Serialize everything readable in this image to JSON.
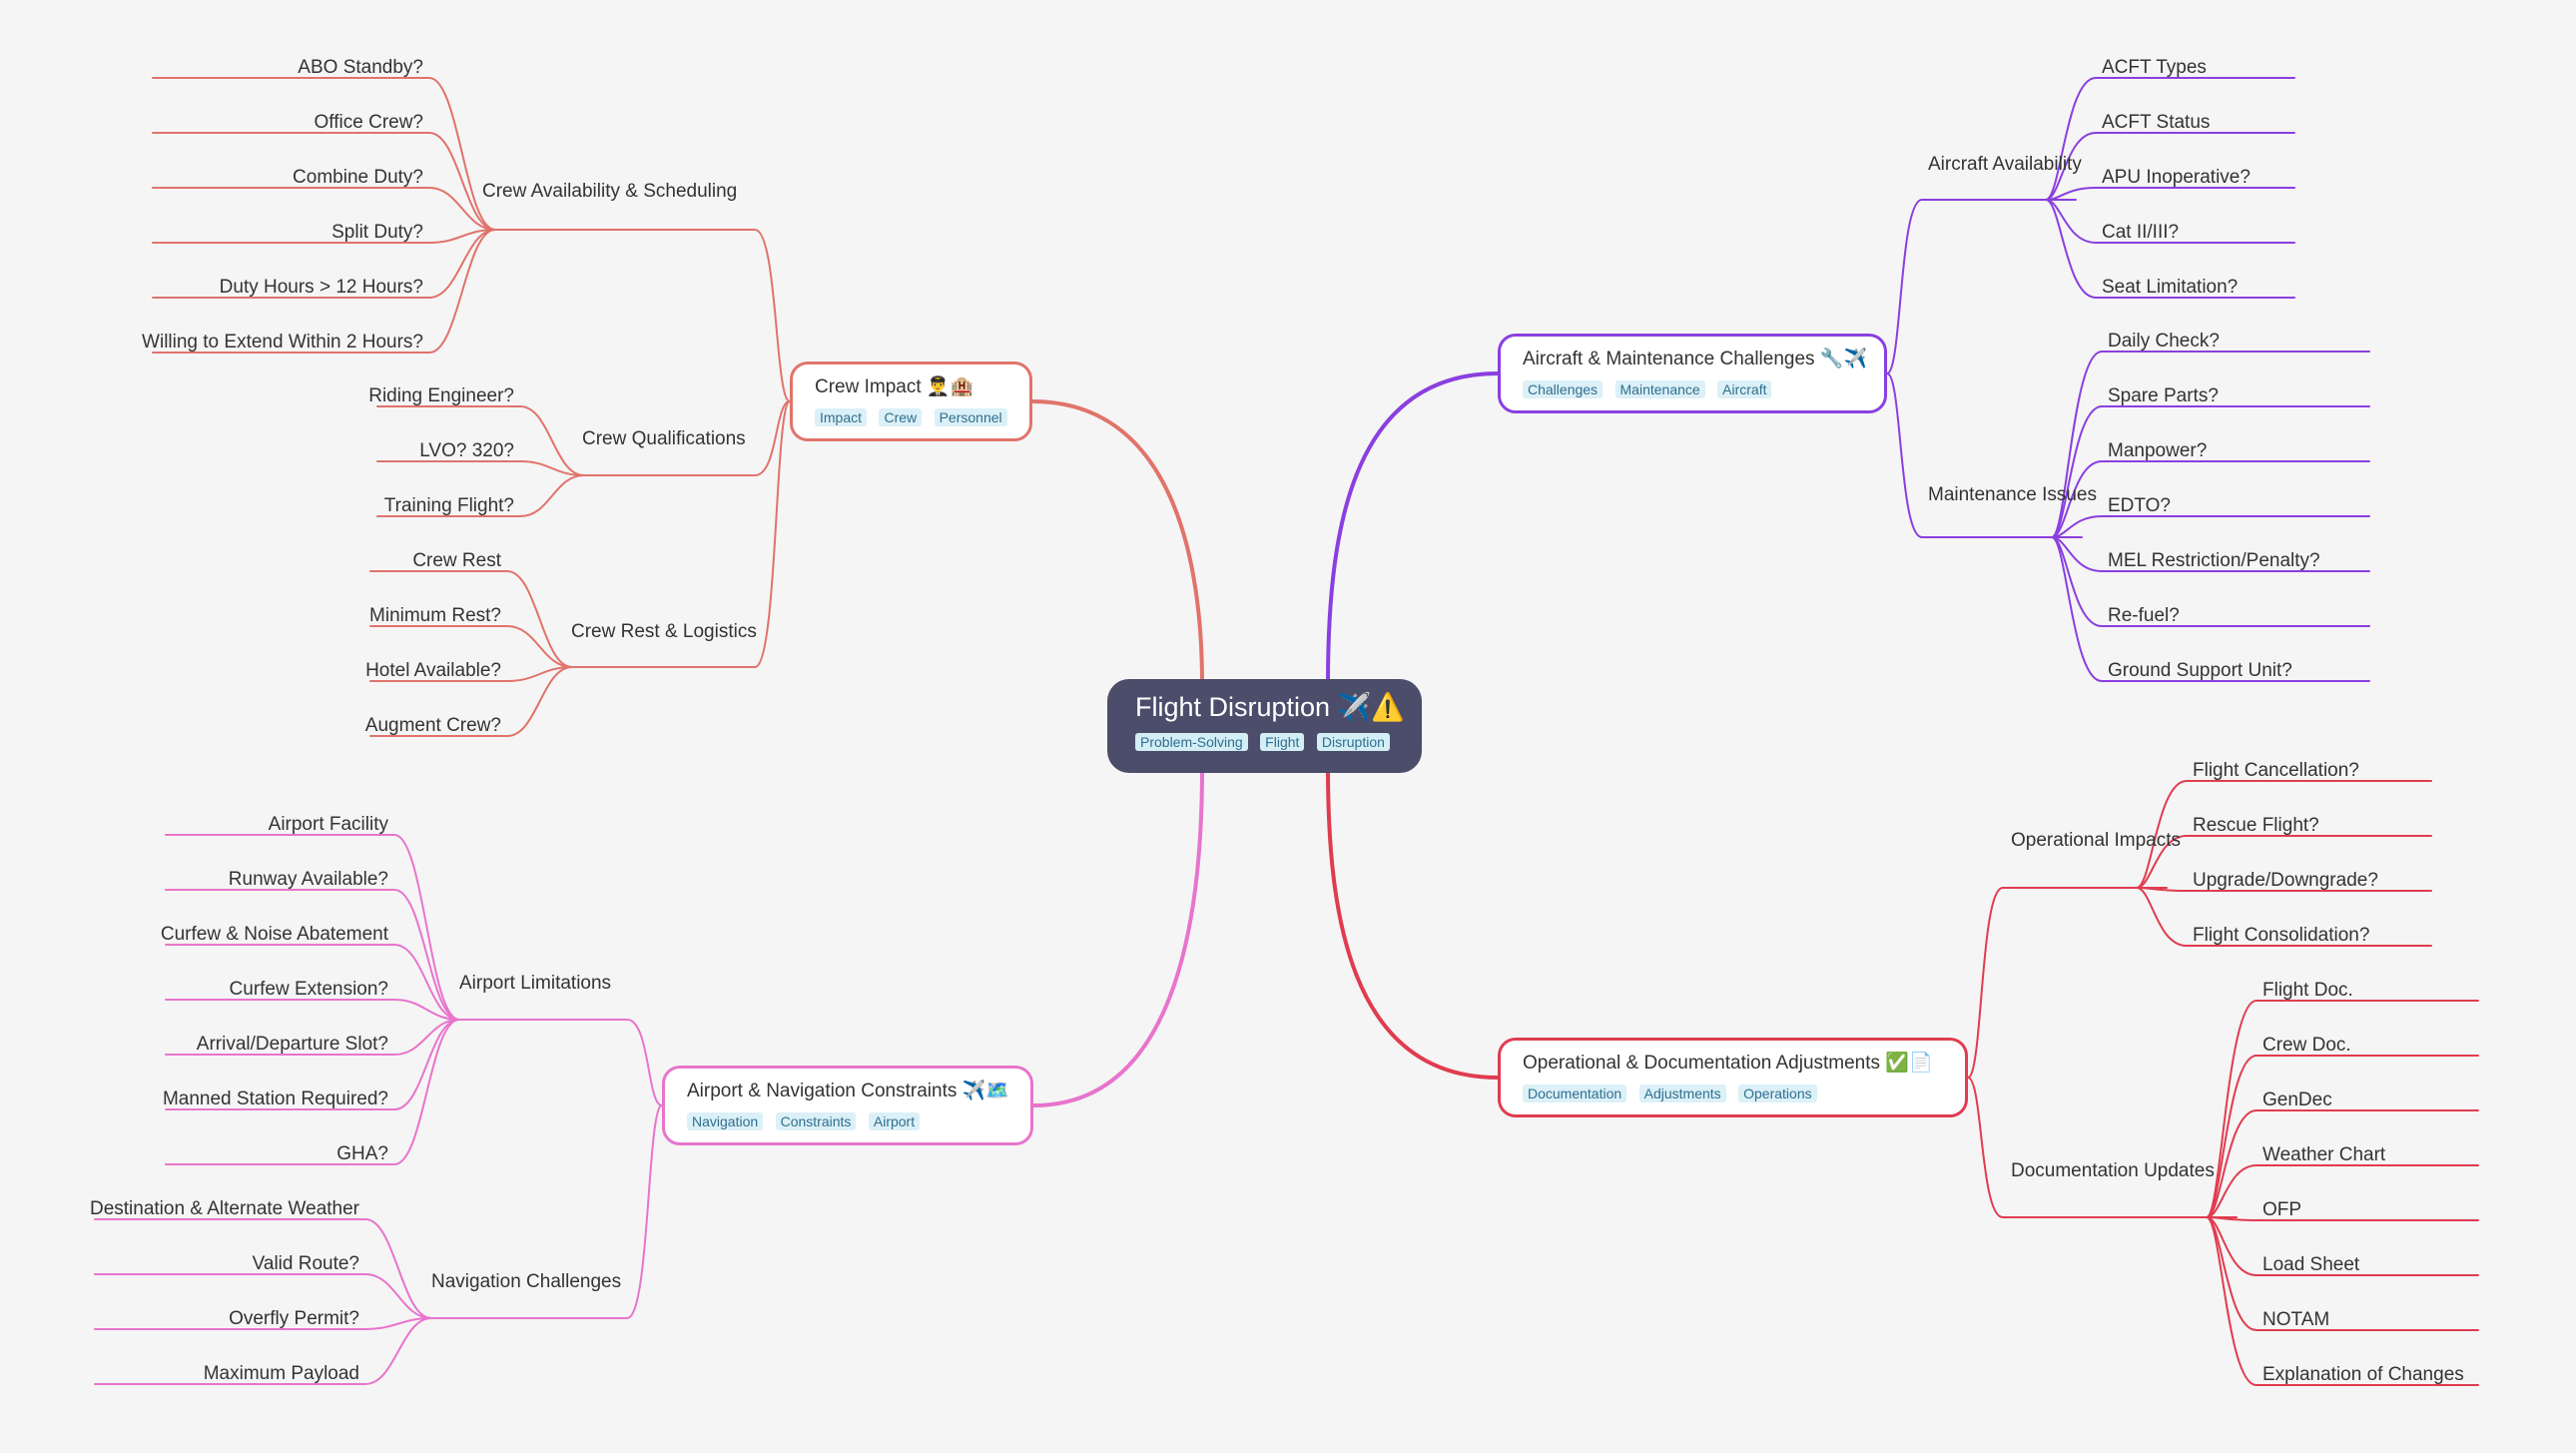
{
  "root": {
    "title": "Flight Disruption ✈️⚠️",
    "tags": [
      "Problem-Solving",
      "Flight",
      "Disruption"
    ]
  },
  "branches": {
    "crew": {
      "title": "Crew Impact 👨‍✈️🏨",
      "tags": [
        "Impact",
        "Crew",
        "Personnel"
      ],
      "color": "#e0736b",
      "groups": [
        {
          "label": "Crew Availability & Scheduling",
          "items": [
            "ABO Standby?",
            "Office Crew?",
            "Combine Duty?",
            "Split Duty?",
            "Duty Hours > 12 Hours?",
            "Willing to Extend Within 2 Hours?"
          ]
        },
        {
          "label": "Crew Qualifications",
          "items": [
            "Riding Engineer?",
            "LVO? 320?",
            "Training Flight?"
          ]
        },
        {
          "label": "Crew Rest & Logistics",
          "items": [
            "Crew Rest",
            "Minimum Rest?",
            "Hotel Available?",
            "Augment Crew?"
          ]
        }
      ]
    },
    "airport": {
      "title": "Airport & Navigation Constraints ✈️🗺️",
      "tags": [
        "Navigation",
        "Constraints",
        "Airport"
      ],
      "color": "#e874cc",
      "groups": [
        {
          "label": "Airport Limitations",
          "items": [
            "Airport Facility",
            "Runway Available?",
            "Curfew & Noise Abatement",
            "Curfew Extension?",
            "Arrival/Departure Slot?",
            "Manned Station Required?",
            "GHA?"
          ]
        },
        {
          "label": "Navigation Challenges",
          "items": [
            "Destination & Alternate Weather",
            "Valid Route?",
            "Overfly Permit?",
            "Maximum Payload"
          ]
        }
      ]
    },
    "aircraft": {
      "title": "Aircraft & Maintenance Challenges 🔧✈️",
      "tags": [
        "Challenges",
        "Maintenance",
        "Aircraft"
      ],
      "color": "#8a3fe0",
      "groups": [
        {
          "label": "Aircraft Availability",
          "items": [
            "ACFT Types",
            "ACFT Status",
            "APU Inoperative?",
            "Cat II/III?",
            "Seat Limitation?"
          ]
        },
        {
          "label": "Maintenance Issues",
          "items": [
            "Daily Check?",
            "Spare Parts?",
            "Manpower?",
            "EDTO?",
            "MEL Restriction/Penalty?",
            "Re-fuel?",
            "Ground Support Unit?"
          ]
        }
      ]
    },
    "ops": {
      "title": "Operational & Documentation Adjustments ✅📄",
      "tags": [
        "Documentation",
        "Adjustments",
        "Operations"
      ],
      "color": "#e03c50",
      "groups": [
        {
          "label": "Operational Impacts",
          "items": [
            "Flight Cancellation?",
            "Rescue Flight?",
            "Upgrade/Downgrade?",
            "Flight Consolidation?"
          ]
        },
        {
          "label": "Documentation Updates",
          "items": [
            "Flight Doc.",
            "Crew Doc.",
            "GenDec",
            "Weather Chart",
            "OFP",
            "Load Sheet",
            "NOTAM",
            "Explanation of Changes"
          ]
        }
      ]
    }
  }
}
